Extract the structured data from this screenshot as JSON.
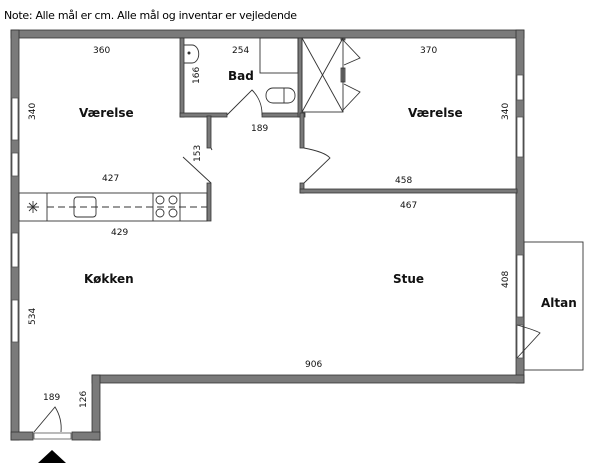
{
  "note": "Note: Alle mål er cm. Alle mål og inventar er vejledende",
  "rooms": {
    "bedroom_left": "Værelse",
    "bathroom": "Bad",
    "bedroom_right": "Værelse",
    "kitchen": "Køkken",
    "living": "Stue",
    "balcony": "Altan"
  },
  "dimensions": {
    "bedroom_left_top": "360",
    "bedroom_left_side": "340",
    "bedroom_left_bottom": "427",
    "bathroom_top": "254",
    "bathroom_side": "166",
    "bathroom_door": "189",
    "hall_door": "153",
    "kitchen_counter": "429",
    "bedroom_right_top": "370",
    "bedroom_right_side": "340",
    "bedroom_right_bottom": "458",
    "living_top": "467",
    "living_side": "408",
    "kitchen_side": "534",
    "bottom_long": "906",
    "entry_width": "189",
    "entry_depth": "126"
  }
}
